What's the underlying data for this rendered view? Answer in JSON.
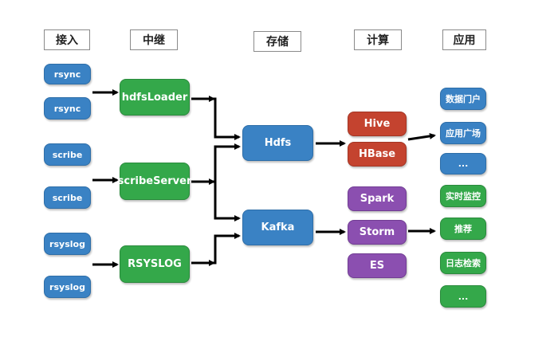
{
  "headers": {
    "ingest": "接入",
    "relay": "中继",
    "storage": "存储",
    "compute": "计算",
    "application": "应用"
  },
  "ingest": [
    "rsync",
    "rsync",
    "scribe",
    "scribe",
    "rsyslog",
    "rsyslog"
  ],
  "relay": [
    "hdfsLoader",
    "scribeServer",
    "RSYSLOG"
  ],
  "storage": [
    "Hdfs",
    "Kafka"
  ],
  "compute": [
    "Hive",
    "HBase",
    "Spark",
    "Storm",
    "ES"
  ],
  "applications": [
    "数据门户",
    "应用广场",
    "...",
    "实时监控",
    "推荐",
    "日志检索",
    "..."
  ],
  "colors": {
    "blue": "#3a82c4",
    "green": "#34a84a",
    "red": "#c4432f",
    "purple": "#8b4fb0",
    "arrow": "#000000"
  }
}
